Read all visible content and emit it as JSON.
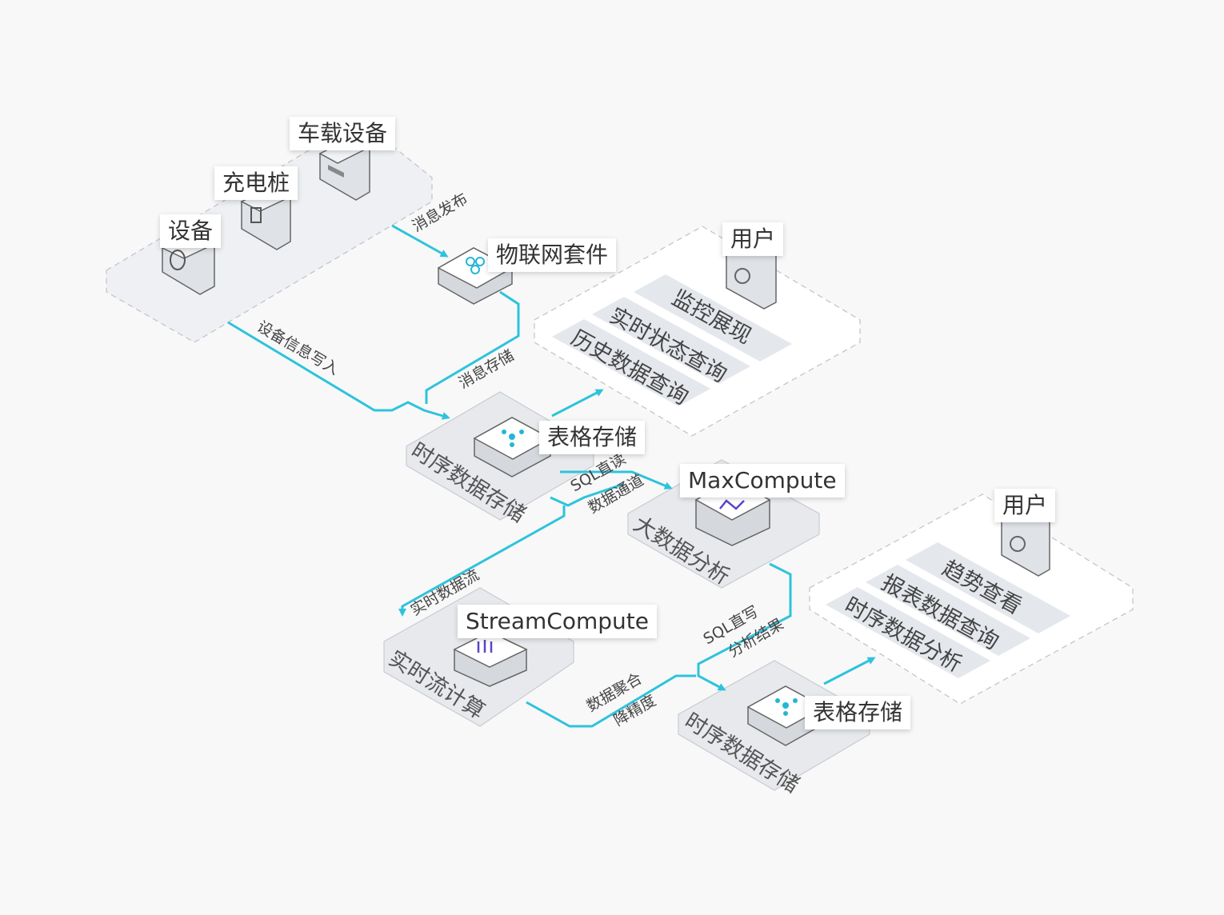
{
  "labels": {
    "vehicle_device": "车载设备",
    "charging_pile": "充电桩",
    "device": "设备",
    "iot_suite": "物联网套件",
    "user_top": "用户",
    "user_bottom": "用户",
    "table_store_top": "表格存储",
    "maxcompute": "MaxCompute",
    "streamcompute": "StreamCompute",
    "table_store_bottom": "表格存储"
  },
  "flows": {
    "msg_publish": "消息发布",
    "device_write": "设备信息写入",
    "msg_store": "消息存储",
    "sql_read": "SQL直读",
    "data_channel": "数据通道",
    "realtime_stream": "实时数据流",
    "sql_write": "SQL直写",
    "analysis_result": "分析结果",
    "data_aggregate": "数据聚合",
    "downsample": "降精度"
  },
  "platforms": {
    "ts_storage_top": "时序数据存储",
    "bigdata": "大数据分析",
    "stream_calc": "实时流计算",
    "ts_storage_bottom": "时序数据存储"
  },
  "features_top": [
    "监控展现",
    "实时状态查询",
    "历史数据查询"
  ],
  "features_bottom": [
    "趋势查看",
    "报表数据查询",
    "时序数据分析"
  ],
  "colors": {
    "flow": "#2ec3dc",
    "purple": "#5a46c8",
    "cyan": "#22b7d4"
  }
}
